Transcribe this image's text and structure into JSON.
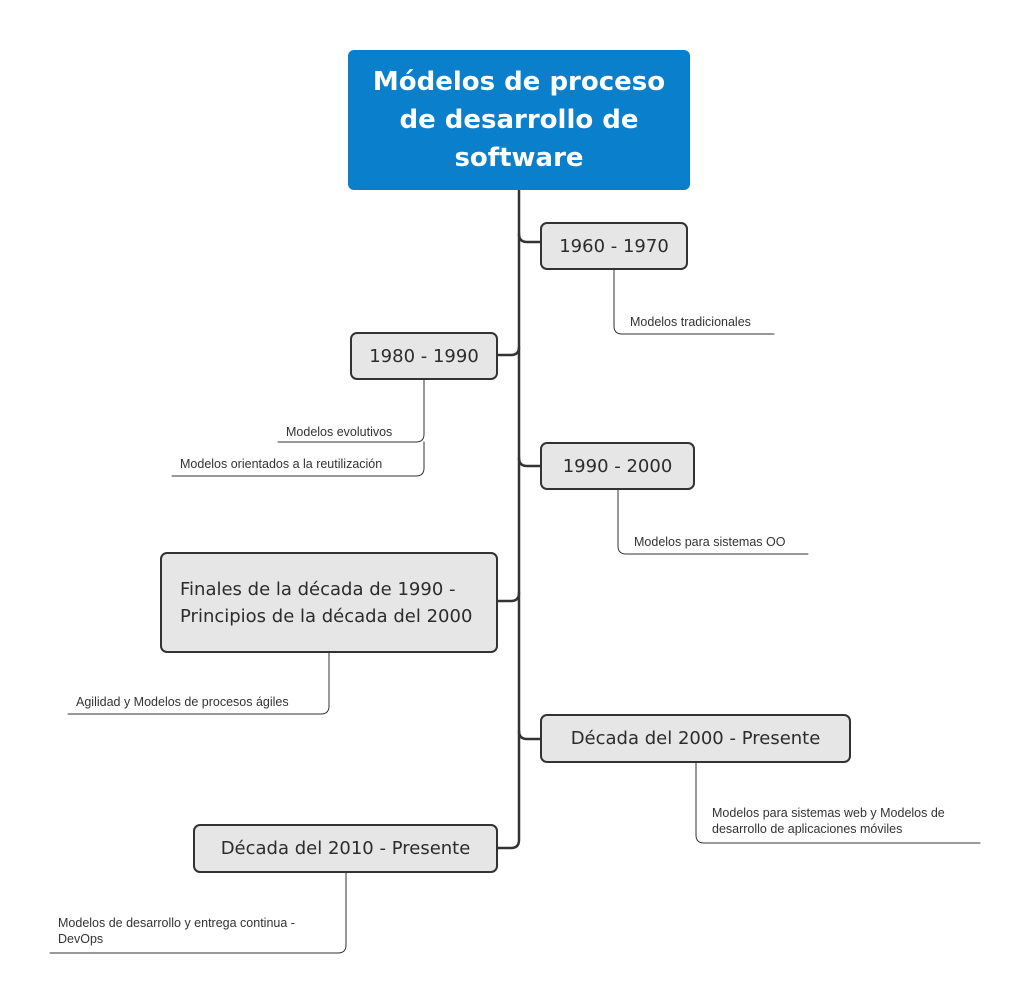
{
  "diagram": {
    "title": "Módelos de proceso de desarrollo de software",
    "topics": [
      {
        "label": "1960 - 1970",
        "notes": [
          "Modelos tradicionales"
        ]
      },
      {
        "label": "1980 - 1990",
        "notes": [
          "Modelos evolutivos",
          "Modelos orientados a la reutilización"
        ]
      },
      {
        "label": "1990 - 2000",
        "notes": [
          "Modelos para sistemas OO"
        ]
      },
      {
        "label": "Finales de la década de 1990 - Principios de la década del 2000",
        "notes": [
          "Agilidad y Modelos de procesos ágiles"
        ]
      },
      {
        "label": "Década del 2000 - Presente",
        "notes": [
          "Modelos para sistemas web y Modelos de desarrollo de aplicaciones móviles"
        ]
      },
      {
        "label": "Década del 2010 - Presente",
        "notes": [
          "Modelos de desarrollo y entrega continua - DevOps"
        ]
      }
    ]
  },
  "colors": {
    "root_fill": "#0a7fcc",
    "topic_fill": "#e6e6e6",
    "line": "#333333"
  }
}
